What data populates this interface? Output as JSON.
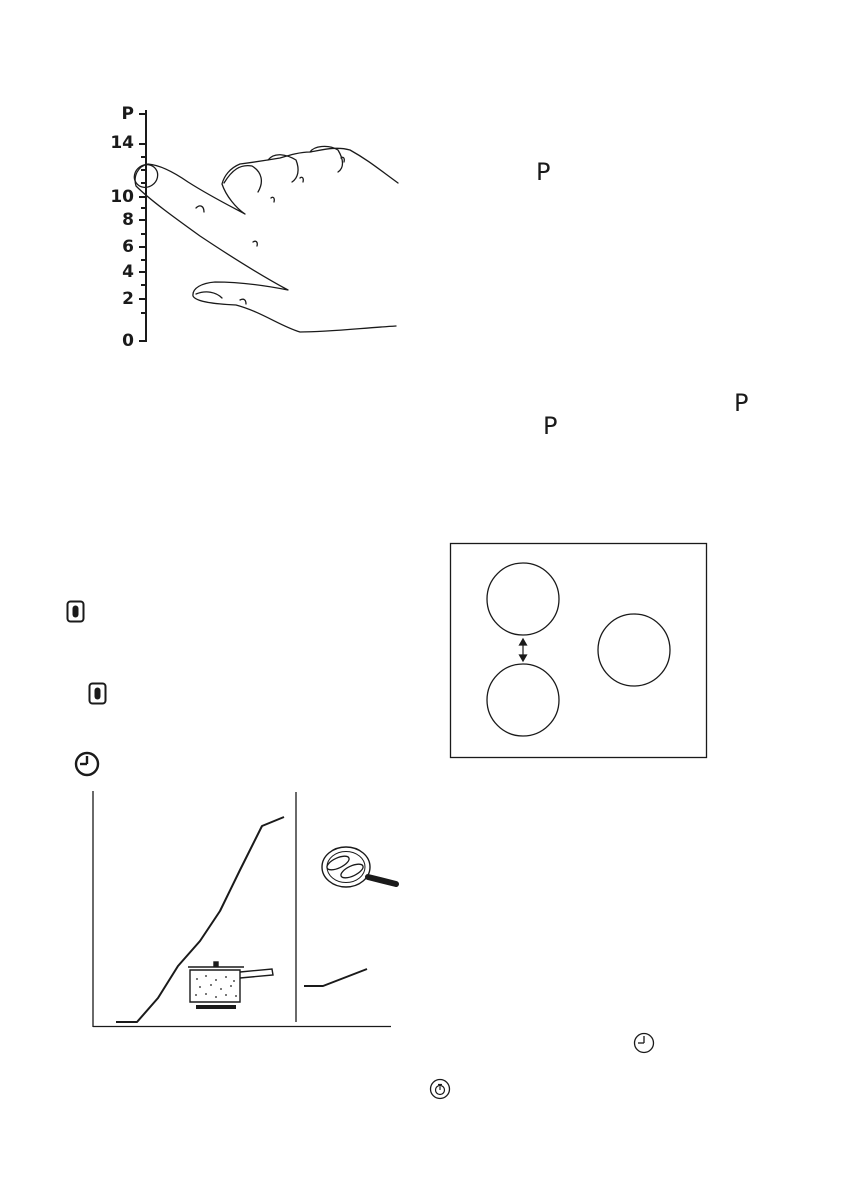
{
  "power_scale": {
    "labels": [
      "P",
      "14",
      "10",
      "8",
      "6",
      "4",
      "2",
      "0"
    ]
  },
  "text_symbols": {
    "p_symbol": "P"
  },
  "icons": {
    "hob_key": "hob-key-icon",
    "timer": "clock-icon",
    "minute_minder": "stopwatch-icon",
    "pot": "pot-icon",
    "frying_pan": "frying-pan-icon",
    "hand": "finger-touch-icon"
  }
}
